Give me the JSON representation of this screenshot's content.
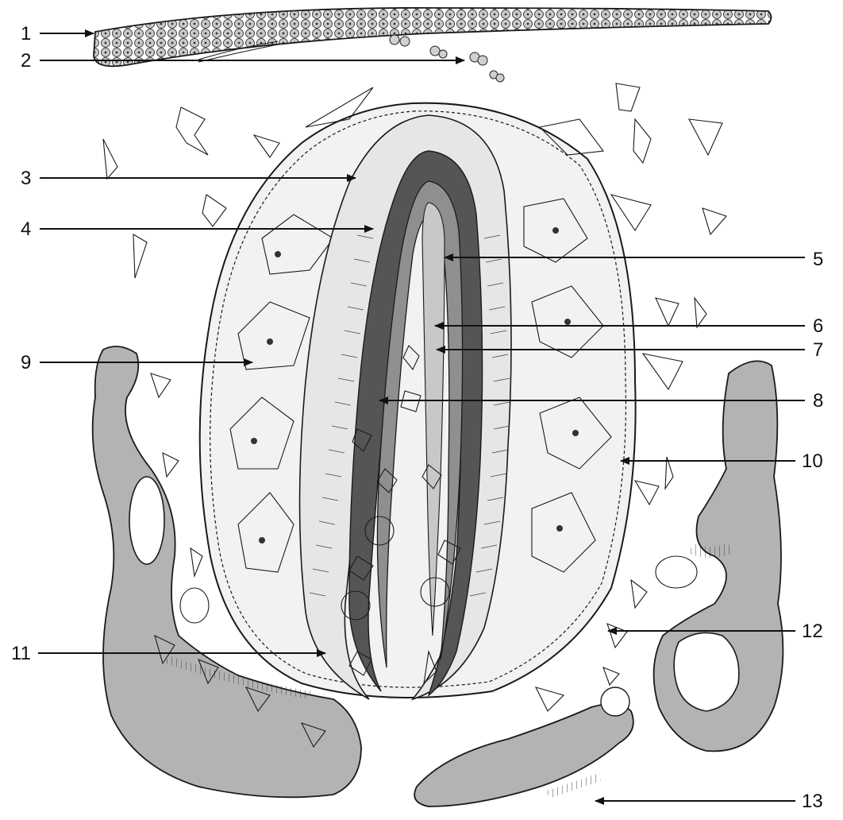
{
  "labels": [
    {
      "id": "1",
      "text": "1",
      "side": "left"
    },
    {
      "id": "2",
      "text": "2",
      "side": "left"
    },
    {
      "id": "3",
      "text": "3",
      "side": "left"
    },
    {
      "id": "4",
      "text": "4",
      "side": "left"
    },
    {
      "id": "5",
      "text": "5",
      "side": "right"
    },
    {
      "id": "6",
      "text": "6",
      "side": "right"
    },
    {
      "id": "7",
      "text": "7",
      "side": "right"
    },
    {
      "id": "8",
      "text": "8",
      "side": "right"
    },
    {
      "id": "9",
      "text": "9",
      "side": "left"
    },
    {
      "id": "10",
      "text": "10",
      "side": "right"
    },
    {
      "id": "11",
      "text": "11",
      "side": "left"
    },
    {
      "id": "12",
      "text": "12",
      "side": "right"
    },
    {
      "id": "13",
      "text": "13",
      "side": "right"
    }
  ],
  "colors": {
    "outline": "#1a1a1a",
    "dark_layer": "#555555",
    "mid_layer": "#8f8f8f",
    "light_layer": "#c8c8c8",
    "pale_fill": "#e6e6e6",
    "tissue_gray": "#b3b3b3",
    "background": "#ffffff"
  }
}
